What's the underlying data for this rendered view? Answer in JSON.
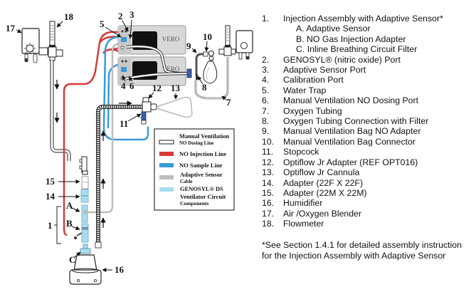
{
  "diagram": {
    "device_brand": "VERO",
    "callouts": {
      "c1": "1",
      "c2": "2",
      "c3": "3",
      "c4": "4",
      "c5": "5",
      "c6": "6",
      "c7": "7",
      "c8": "8",
      "c9": "9",
      "c10": "10",
      "c11": "11",
      "c12": "12",
      "c13": "13",
      "c14": "14",
      "c15": "15",
      "c16": "16",
      "c17": "17",
      "c18": "18",
      "cA": "A",
      "cB": "B",
      "cC": "C"
    },
    "legend": [
      {
        "line1": "Manual Ventilation",
        "line2": "NO Dosing Line",
        "swatch": "#ffffff",
        "outline": true
      },
      {
        "line1": "NO Injection Line",
        "line2": "",
        "swatch": "#d63a3a",
        "outline": false
      },
      {
        "line1": "NO Sample Line",
        "line2": "",
        "swatch": "#3a9ad9",
        "outline": false
      },
      {
        "line1": "Adaptive Sensor",
        "line2": "Cable",
        "swatch": "#bdbdbd",
        "outline": false
      },
      {
        "line1": "GENOSYL® DS",
        "line2": "Ventilator Circuit",
        "line3": "Components",
        "swatch": "#a8dcef",
        "outline": false
      }
    ],
    "colors": {
      "injection_line": "#d63a3a",
      "sample_line": "#3a9ad9",
      "sensor_cable": "#bdbdbd",
      "circuit_component": "#a8dcef",
      "device_body": "#d8d8d8"
    }
  },
  "parts_list": [
    {
      "num": "1.",
      "label": "Injection Assembly with Adaptive Sensor*",
      "sub": [
        "A. Adaptive Sensor",
        "B. NO Gas Injection Adapter",
        "C. Inline Breathing Circuit Filter"
      ]
    },
    {
      "num": "2.",
      "label": "GENOSYL® (nitric oxide) Port"
    },
    {
      "num": "3.",
      "label": "Adaptive Sensor Port"
    },
    {
      "num": "4.",
      "label": "Calibration Port"
    },
    {
      "num": "5.",
      "label": "Water Trap"
    },
    {
      "num": "6.",
      "label": "Manual Ventilation NO Dosing Port"
    },
    {
      "num": "7.",
      "label": "Oxygen Tubing"
    },
    {
      "num": "8.",
      "label": "Oxygen Tubing Connection with Filter"
    },
    {
      "num": "9.",
      "label": "Manual Ventilation Bag NO Adapter"
    },
    {
      "num": "10.",
      "label": "Manual Ventilation Bag Connector"
    },
    {
      "num": "11.",
      "label": "Stopcock"
    },
    {
      "num": "12.",
      "label": "Optiflow Jr Adapter (REF OPT016)"
    },
    {
      "num": "13.",
      "label": "Optiflow Jr Cannula"
    },
    {
      "num": "14.",
      "label": "Adapter (22F X 22F)"
    },
    {
      "num": "15.",
      "label": "Adapter (22M X 22M)"
    },
    {
      "num": "16.",
      "label": "Humidifier"
    },
    {
      "num": "17.",
      "label": "Air /Oxygen Blender"
    },
    {
      "num": "18.",
      "label": "Flowmeter"
    }
  ],
  "footnote": {
    "line1": "*See Section 1.4.1 for detailed assembly instruction",
    "line2": "for the Injection Assembly with Adaptive Sensor"
  }
}
